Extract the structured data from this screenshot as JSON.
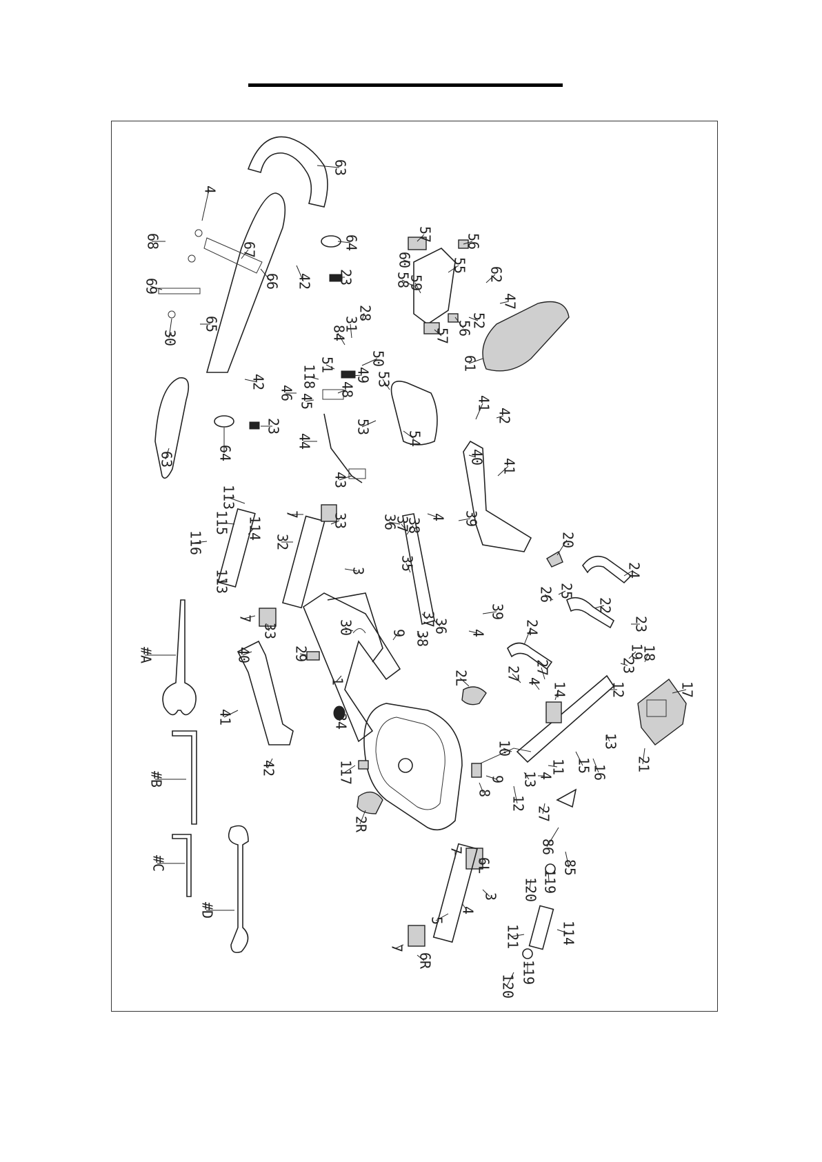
{
  "parts": [
    {
      "id": "p63a",
      "label": "63"
    },
    {
      "id": "p4a",
      "label": "4"
    },
    {
      "id": "p68",
      "label": "68"
    },
    {
      "id": "p67",
      "label": "67"
    },
    {
      "id": "p64a",
      "label": "64"
    },
    {
      "id": "p42a",
      "label": "42"
    },
    {
      "id": "p23a",
      "label": "23"
    },
    {
      "id": "p69",
      "label": "69"
    },
    {
      "id": "p66",
      "label": "66"
    },
    {
      "id": "p65",
      "label": "65"
    },
    {
      "id": "p30a",
      "label": "30"
    },
    {
      "id": "p57a",
      "label": "57"
    },
    {
      "id": "p56a",
      "label": "56"
    },
    {
      "id": "p60",
      "label": "60"
    },
    {
      "id": "p55",
      "label": "55"
    },
    {
      "id": "p58",
      "label": "58"
    },
    {
      "id": "p59",
      "label": "59"
    },
    {
      "id": "p62",
      "label": "62"
    },
    {
      "id": "p47",
      "label": "47"
    },
    {
      "id": "p52",
      "label": "52"
    },
    {
      "id": "p57b",
      "label": "57"
    },
    {
      "id": "p56b",
      "label": "56"
    },
    {
      "id": "p61",
      "label": "61"
    },
    {
      "id": "p28",
      "label": "28"
    },
    {
      "id": "p31",
      "label": "31"
    },
    {
      "id": "p84",
      "label": "84"
    },
    {
      "id": "p50",
      "label": "50"
    },
    {
      "id": "p51",
      "label": "51"
    },
    {
      "id": "p49",
      "label": "49"
    },
    {
      "id": "p48",
      "label": "48"
    },
    {
      "id": "p118",
      "label": "118"
    },
    {
      "id": "p46",
      "label": "46"
    },
    {
      "id": "p45",
      "label": "45"
    },
    {
      "id": "p42b",
      "label": "42"
    },
    {
      "id": "p53a",
      "label": "53"
    },
    {
      "id": "p53b",
      "label": "53"
    },
    {
      "id": "p54",
      "label": "54"
    },
    {
      "id": "p41a",
      "label": "41"
    },
    {
      "id": "p42c",
      "label": "42"
    },
    {
      "id": "p40a",
      "label": "40"
    },
    {
      "id": "p41b",
      "label": "41"
    },
    {
      "id": "p63b",
      "label": "63"
    },
    {
      "id": "p64b",
      "label": "64"
    },
    {
      "id": "p23b",
      "label": "23"
    },
    {
      "id": "p44",
      "label": "44"
    },
    {
      "id": "p43",
      "label": "43"
    },
    {
      "id": "p113a",
      "label": "113"
    },
    {
      "id": "p7a",
      "label": "7"
    },
    {
      "id": "p33a",
      "label": "33"
    },
    {
      "id": "p115",
      "label": "115"
    },
    {
      "id": "p114a",
      "label": "114"
    },
    {
      "id": "p116",
      "label": "116"
    },
    {
      "id": "p32",
      "label": "32"
    },
    {
      "id": "p113b",
      "label": "113"
    },
    {
      "id": "p3a",
      "label": "3"
    },
    {
      "id": "p36a",
      "label": "36"
    },
    {
      "id": "p37a",
      "label": "37"
    },
    {
      "id": "p38a",
      "label": "38"
    },
    {
      "id": "p4b",
      "label": "4"
    },
    {
      "id": "p39a",
      "label": "39"
    },
    {
      "id": "p35",
      "label": "35"
    },
    {
      "id": "p20",
      "label": "20"
    },
    {
      "id": "p24a",
      "label": "24"
    },
    {
      "id": "p25",
      "label": "25"
    },
    {
      "id": "p26",
      "label": "26"
    },
    {
      "id": "p22",
      "label": "22"
    },
    {
      "id": "p23c",
      "label": "23"
    },
    {
      "id": "p39b",
      "label": "39"
    },
    {
      "id": "p4c",
      "label": "4"
    },
    {
      "id": "p37b",
      "label": "37"
    },
    {
      "id": "p36b",
      "label": "36"
    },
    {
      "id": "p38b",
      "label": "38"
    },
    {
      "id": "p9a",
      "label": "9"
    },
    {
      "id": "p30b",
      "label": "30"
    },
    {
      "id": "p7b",
      "label": "7"
    },
    {
      "id": "p33b",
      "label": "33"
    },
    {
      "id": "p40b",
      "label": "40"
    },
    {
      "id": "p29",
      "label": "29"
    },
    {
      "id": "pA",
      "label": "#A"
    },
    {
      "id": "p41c",
      "label": "41"
    },
    {
      "id": "p1",
      "label": "1"
    },
    {
      "id": "p34",
      "label": "34"
    },
    {
      "id": "p2L",
      "label": "2L"
    },
    {
      "id": "p24b",
      "label": "24"
    },
    {
      "id": "p27a",
      "label": "27"
    },
    {
      "id": "p4d",
      "label": "4"
    },
    {
      "id": "p27b",
      "label": "27"
    },
    {
      "id": "p14",
      "label": "14"
    },
    {
      "id": "p19",
      "label": "19"
    },
    {
      "id": "p23d",
      "label": "23"
    },
    {
      "id": "p18",
      "label": "18"
    },
    {
      "id": "p17",
      "label": "17"
    },
    {
      "id": "p12a",
      "label": "12"
    },
    {
      "id": "p13a",
      "label": "13"
    },
    {
      "id": "p21",
      "label": "21"
    },
    {
      "id": "p10",
      "label": "10"
    },
    {
      "id": "p11",
      "label": "11"
    },
    {
      "id": "p15",
      "label": "15"
    },
    {
      "id": "p16",
      "label": "16"
    },
    {
      "id": "p42d",
      "label": "42"
    },
    {
      "id": "pB",
      "label": "#B"
    },
    {
      "id": "p117",
      "label": "117"
    },
    {
      "id": "p9b",
      "label": "9"
    },
    {
      "id": "p8",
      "label": "8"
    },
    {
      "id": "p13b",
      "label": "13"
    },
    {
      "id": "p12b",
      "label": "12"
    },
    {
      "id": "p4e",
      "label": "4"
    },
    {
      "id": "p27c",
      "label": "27"
    },
    {
      "id": "p2R",
      "label": "2R"
    },
    {
      "id": "p86",
      "label": "86"
    },
    {
      "id": "p85",
      "label": "85"
    },
    {
      "id": "p7c",
      "label": "7"
    },
    {
      "id": "p6L",
      "label": "6L"
    },
    {
      "id": "pC",
      "label": "#C"
    },
    {
      "id": "p120a",
      "label": "120"
    },
    {
      "id": "p119a",
      "label": "119"
    },
    {
      "id": "p3b",
      "label": "3"
    },
    {
      "id": "p4f",
      "label": "4"
    },
    {
      "id": "pD",
      "label": "#D"
    },
    {
      "id": "p5",
      "label": "5"
    },
    {
      "id": "p114b",
      "label": "114"
    },
    {
      "id": "p121",
      "label": "121"
    },
    {
      "id": "p7d",
      "label": "7"
    },
    {
      "id": "p6R",
      "label": "6R"
    },
    {
      "id": "p120b",
      "label": "120"
    },
    {
      "id": "p119b",
      "label": "119"
    }
  ]
}
